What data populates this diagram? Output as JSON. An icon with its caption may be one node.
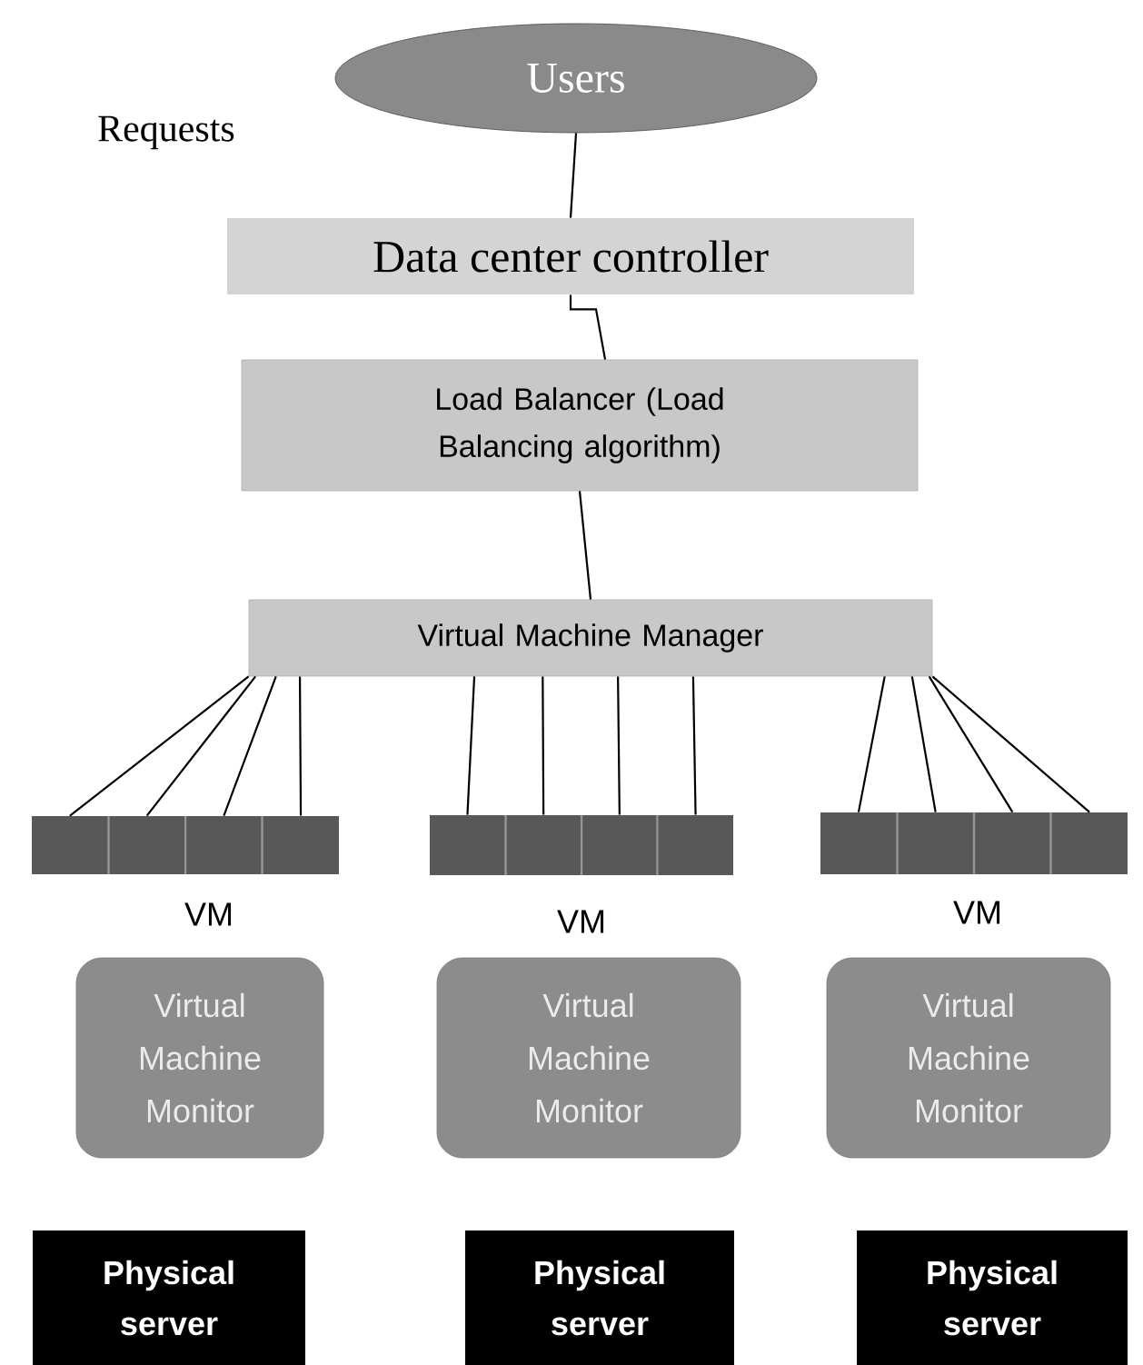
{
  "diagram": {
    "nodes": [
      {
        "text": [
          "Users"
        ]
      },
      {
        "text": [
          "Data center controller"
        ]
      },
      {
        "text": [
          "Load Balancer (Load Balancing algorithm)"
        ]
      },
      {
        "text": [
          "Virtual Machine Manager"
        ]
      },
      {
        "text": [],
        "shape": "bar",
        "beside": [
          "VM"
        ]
      },
      {
        "text": [],
        "shape": "bar",
        "beside": [
          "VM"
        ]
      },
      {
        "text": [],
        "shape": "bar",
        "beside": [
          "VM"
        ]
      },
      {
        "text": [
          "Virtual Machine Monitor"
        ]
      },
      {
        "text": [
          "Virtual Machine Monitor"
        ]
      },
      {
        "text": [
          "Virtual Machine Monitor"
        ]
      },
      {
        "text": [
          "Physical server"
        ]
      },
      {
        "text": [
          "Physical server"
        ]
      },
      {
        "text": [
          "Physical server"
        ]
      }
    ],
    "edges": [
      {
        "from": 0,
        "to": 1,
        "arrow": "none"
      },
      {
        "from": 1,
        "to": 2,
        "arrow": "none"
      },
      {
        "from": 2,
        "to": 3,
        "arrow": "none"
      },
      {
        "from": 3,
        "to": 4,
        "arrow": "none"
      },
      {
        "from": 3,
        "to": 4,
        "arrow": "none"
      },
      {
        "from": 3,
        "to": 4,
        "arrow": "none"
      },
      {
        "from": 3,
        "to": 4,
        "arrow": "none"
      },
      {
        "from": 3,
        "to": 5,
        "arrow": "none"
      },
      {
        "from": 3,
        "to": 5,
        "arrow": "none"
      },
      {
        "from": 3,
        "to": 5,
        "arrow": "none"
      },
      {
        "from": 3,
        "to": 5,
        "arrow": "none"
      },
      {
        "from": 3,
        "to": 6,
        "arrow": "none"
      },
      {
        "from": 3,
        "to": 6,
        "arrow": "none"
      },
      {
        "from": 3,
        "to": 6,
        "arrow": "none"
      },
      {
        "from": 3,
        "to": 6,
        "arrow": "none"
      }
    ],
    "labels": [
      "Requests"
    ]
  }
}
